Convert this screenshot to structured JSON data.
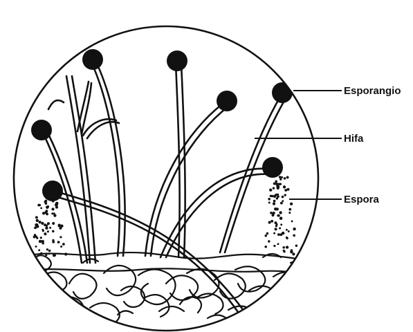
{
  "labels": {
    "sporangium": "Esporangio",
    "hypha": "Hifa",
    "spore": "Espora"
  },
  "colors": {
    "ink": "#111111",
    "background": "#ffffff"
  }
}
